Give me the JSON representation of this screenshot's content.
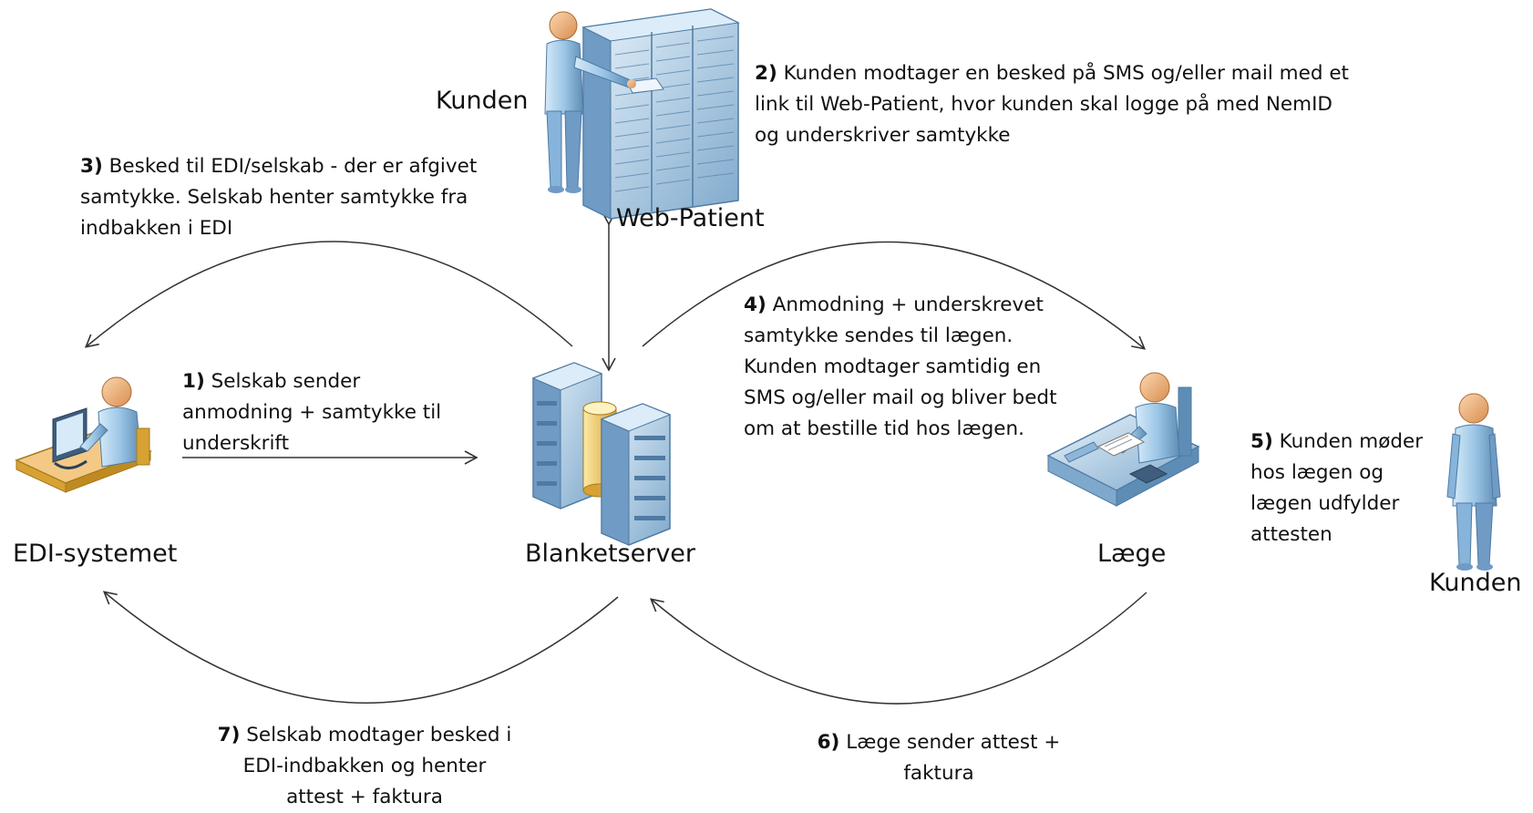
{
  "nodes": {
    "edi": "EDI-systemet",
    "blanketserver": "Blanketserver",
    "laege": "Læge",
    "webpatient": "Web-Patient",
    "kunden_top": "Kunden",
    "kunden_right": "Kunden"
  },
  "steps": [
    {
      "num": "1)",
      "lines": [
        "Selskab sender",
        "anmodning + samtykke til",
        "underskrift"
      ]
    },
    {
      "num": "2)",
      "lines": [
        "Kunden modtager en besked på SMS og/eller mail med et",
        "link til Web-Patient, hvor kunden skal logge på med NemID",
        "og underskriver samtykke"
      ]
    },
    {
      "num": "3)",
      "lines": [
        "Besked til EDI/selskab - der er afgivet",
        "samtykke. Selskab henter samtykke fra",
        "indbakken i EDI"
      ]
    },
    {
      "num": "4)",
      "lines": [
        "Anmodning + underskrevet",
        "samtykke sendes til lægen.",
        "Kunden modtager samtidig en",
        "SMS og/eller mail og bliver bedt",
        "om at bestille tid hos lægen."
      ]
    },
    {
      "num": "5)",
      "lines": [
        "Kunden møder",
        "hos lægen og",
        "lægen udfylder",
        "attesten"
      ]
    },
    {
      "num": "6)",
      "lines": [
        "Læge sender attest +",
        "faktura"
      ]
    },
    {
      "num": "7)",
      "lines": [
        "Selskab modtager besked i",
        "EDI-indbakken og henter",
        "attest + faktura"
      ]
    }
  ],
  "colors": {
    "skin": "#f1b681",
    "shirt": "#9cc6e6",
    "server": "#b8d6ee",
    "line": "#333333"
  }
}
